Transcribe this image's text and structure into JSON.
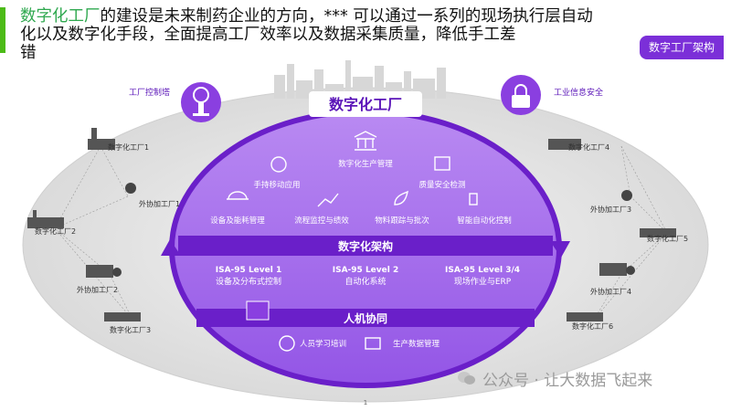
{
  "header": {
    "headline_green": "数字化工厂",
    "headline_rest": "的建设是未来制药企业的方向，*** 可以通过一系列的现场执行层自动",
    "headline_line2": "化以及数字化手段，全面提高工厂效率以及数据采集质量，降低手工差",
    "headline_line3": "错",
    "tag": "数字工厂架构"
  },
  "top_icons": {
    "tower_label": "工厂控制塔",
    "security_label": "工业信息安全"
  },
  "center_title": "数字化工厂",
  "satellites": {
    "left": [
      "数字化工厂1",
      "外协加工厂1",
      "数字化工厂2",
      "外协加工厂2",
      "数字化工厂3"
    ],
    "right": [
      "数字化工厂4",
      "外协加工厂3",
      "数字化工厂5",
      "外协加工厂4",
      "数字化工厂6"
    ]
  },
  "apps": [
    "数字化生产管理",
    "手持移动应用",
    "质量安全检测",
    "设备及能耗管理",
    "流程监控与绩效",
    "物料跟踪与批次",
    "智能自动化控制"
  ],
  "band1": "数字化架构",
  "levels": [
    {
      "title": "ISA-95 Level 1",
      "desc": "设备及分布式控制"
    },
    {
      "title": "ISA-95 Level 2",
      "desc": "自动化系统"
    },
    {
      "title": "ISA-95 Level 3/4",
      "desc": "现场作业与ERP"
    }
  ],
  "band2": "人机协同",
  "bottom_items": [
    "人员学习培训",
    "生产数据管理"
  ],
  "page_number": "1",
  "watermark": "公众号 · 让大数据飞起来",
  "colors": {
    "purple": "#7b2fd8",
    "purple_dark": "#5a14b8",
    "green": "#4cbb17",
    "grey_ring": "#dcdcdc"
  }
}
